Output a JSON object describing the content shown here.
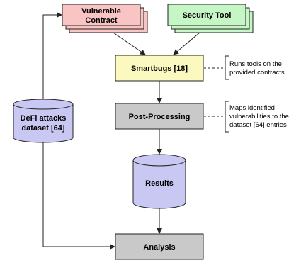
{
  "nodes": {
    "vulnerable_contract": {
      "line1": "Vulnerable",
      "line2": "Contract"
    },
    "security_tool": {
      "label": "Security Tool"
    },
    "smartbugs": {
      "label": "Smartbugs [18]"
    },
    "post_processing": {
      "label": "Post-Processing"
    },
    "results": {
      "label": "Results"
    },
    "analysis": {
      "label": "Analysis"
    },
    "dataset": {
      "line1": "DeFi attacks",
      "line2": "dataset [64]"
    }
  },
  "notes": {
    "smartbugs_note": {
      "line1": "Runs tools on the",
      "line2": "provided contracts"
    },
    "postproc_note": {
      "line1": "Maps identified",
      "line2": "vulnerabilities to the",
      "line3": "dataset [64] entries"
    }
  },
  "colors": {
    "contract_fill": "#f9c4c4",
    "tool_fill": "#c6f5c6",
    "smartbugs_fill": "#fbf8c0",
    "process_fill": "#c9c9c9",
    "cylinder_fill": "#c8c8f2",
    "stroke": "#222222"
  }
}
